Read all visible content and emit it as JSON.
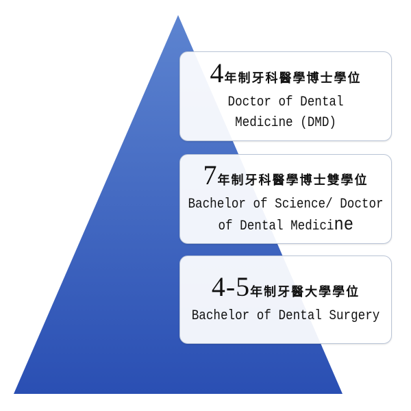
{
  "colors": {
    "pyramid_top": "#5d84d0",
    "pyramid_bottom": "#2a4fb3",
    "box_border": "#b9c4d6"
  },
  "tiers": [
    {
      "years": "4",
      "degree_zh": "年制牙科醫學博士學位",
      "degree_en_line1": "Doctor of Dental",
      "degree_en_line2": "Medicine (DMD)",
      "degree_en_line2_tail": ""
    },
    {
      "years": "7",
      "degree_zh": "年制牙科醫學博士雙學位",
      "degree_en_line1": "Bachelor of Science/ Doctor",
      "degree_en_line2": "of Dental Medici",
      "degree_en_line2_tail": "ne"
    },
    {
      "years": "4-5",
      "degree_zh": "年制牙醫大學學位",
      "degree_en_line1": "Bachelor of Dental Surgery"
    }
  ]
}
